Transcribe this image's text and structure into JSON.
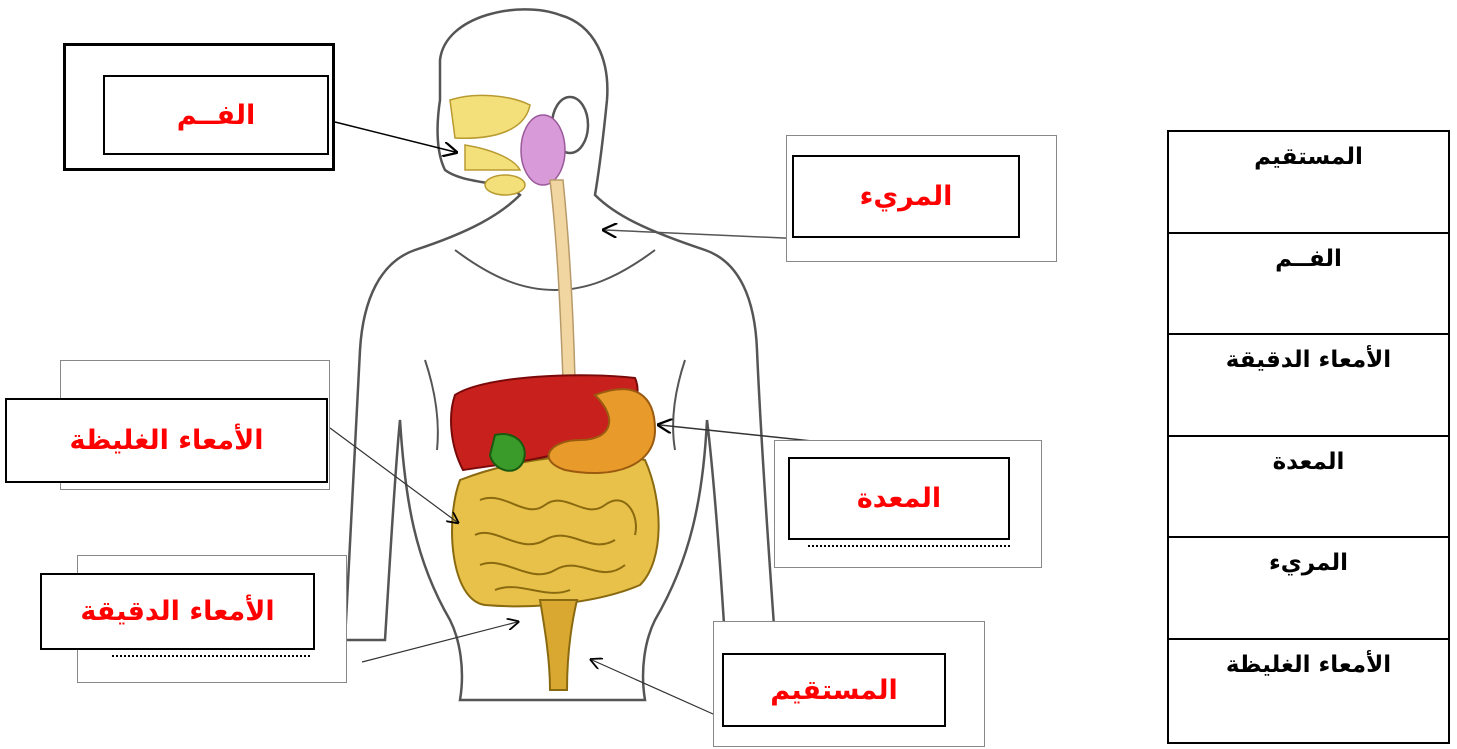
{
  "labels": {
    "mouth": "الفــم",
    "esophagus": "المريء",
    "large_intestine": "الأمعاء الغليظة",
    "stomach": "المعدة",
    "small_intestine": "الأمعاء الدقيقة",
    "rectum": "المستقيم"
  },
  "word_bank": [
    "المستقيم",
    "الفــم",
    "الأمعاء الدقيقة",
    "المعدة",
    "المريء",
    "الأمعاء الغليظة"
  ],
  "colors": {
    "label_text": "#ff0000",
    "liver": "#c8201c",
    "stomach": "#e89a2a",
    "intestines": "#e8c14a",
    "gallbladder": "#3a9a2a",
    "salivary_gland": "#d89ad8",
    "esophagus": "#f2d6a2",
    "skin_outline": "#555555"
  }
}
